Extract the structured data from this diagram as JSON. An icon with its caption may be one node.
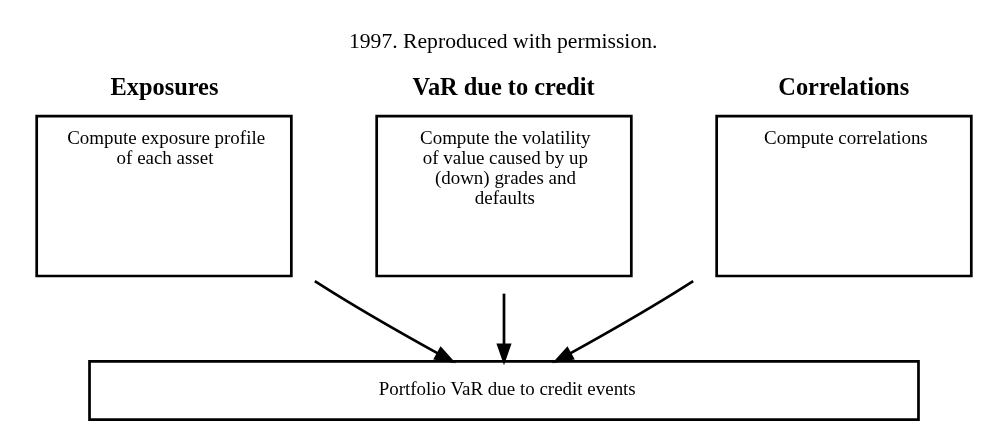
{
  "diagram": {
    "title": "1997. Reproduced with permission.",
    "nodes": [
      {
        "text": [
          "Exposures",
          "Compute exposure profile of each asset"
        ]
      },
      {
        "text": [
          "VaR due to credit",
          "Compute the volatility of value caused by up (down) grades and defaults"
        ]
      },
      {
        "text": [
          "Correlations",
          "Compute correlations"
        ]
      },
      {
        "text": [
          "Portfolio VaR due to credit events"
        ]
      }
    ],
    "edges": [
      {
        "from": 0,
        "to": 3,
        "arrow": "to"
      },
      {
        "from": 1,
        "to": 3,
        "arrow": "to"
      },
      {
        "from": 2,
        "to": 3,
        "arrow": "to"
      }
    ]
  }
}
